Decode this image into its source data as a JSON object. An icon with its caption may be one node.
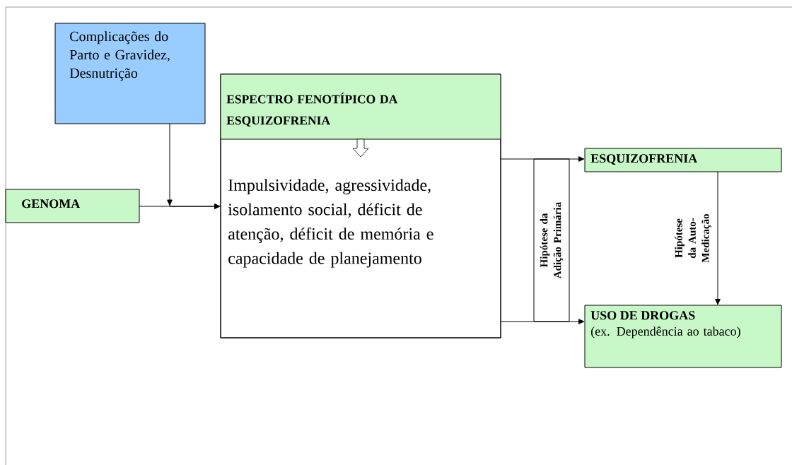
{
  "diagram": {
    "nodes": [
      {
        "text": [
          "Complicações do Parto e Gravidez, Desnutrição"
        ]
      },
      {
        "text": [
          "GENOMA"
        ]
      },
      {
        "text": [
          "ESPECTRO FENOTÍPICO DA ESQUIZOFRENIA",
          "Impulsividade, agressividade, isolamento social, déficit de atenção, déficit de memória e capacidade de planejamento"
        ]
      },
      {
        "text": [
          "ESQUIZOFRENIA"
        ]
      },
      {
        "text": [
          "USO DE DROGAS",
          "(ex. Dependência ao tabaco)"
        ]
      },
      {
        "text": [
          "Hipótese da Adição Primária"
        ]
      }
    ],
    "edges": [
      {
        "from": 0,
        "to": 2,
        "arrow": "to"
      },
      {
        "from": 1,
        "to": 2,
        "arrow": "to"
      },
      {
        "from": 2,
        "to": 3,
        "arrow": "to"
      },
      {
        "from": 2,
        "to": 4,
        "arrow": "to"
      },
      {
        "from": 3,
        "to": 4,
        "arrow": "to",
        "label": "Hipótese da Auto-Medicação"
      }
    ]
  }
}
